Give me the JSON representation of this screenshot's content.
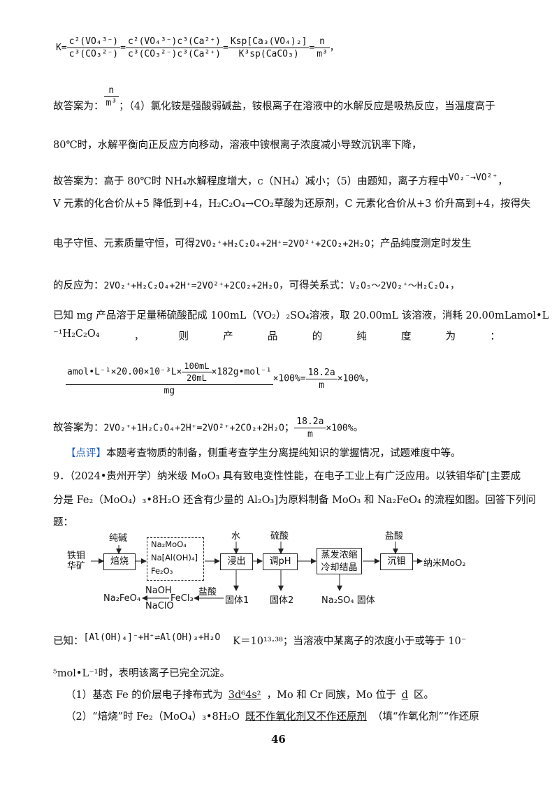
{
  "eq_k": {
    "k_prefix": "K=",
    "f1_num": "c²(VO₄³⁻)",
    "f1_den": "c³(CO₃²⁻)",
    "eq1": "=",
    "f2_num": "c²(VO₄³⁻)c³(Ca²⁺)",
    "f2_den": "c³(CO₃²⁻)c³(Ca²⁺)",
    "eq2": "=",
    "f3_num": "Ksp[Ca₃(VO₄)₂]",
    "f3_den": "K³sp(CaCO₃)",
    "eq3": "=",
    "f4_num": "n",
    "f4_den": "m³",
    "comma": "，"
  },
  "ans4": {
    "label": "故答案为：",
    "frac_num": "n",
    "frac_den": "m³",
    "sep": "；",
    "text": "（4）氯化铵是强酸弱碱盐，铵根离子在溶液中的水解反应是吸热反应，当温度高于"
  },
  "line_80": "80℃时，水解平衡向正反应方向移动，溶液中铵根离子浓度减小导致沉钒率下降，",
  "ans5": {
    "text": "故答案为：高于 80℃时 NH₄水解程度增大，c（NH₄）减小；（5）由题知，离子方程中",
    "formula": "VO₂⁻→VO²⁺",
    "end": "，"
  },
  "line_v": "V 元素的化合价从+5 降低到+4，H₂C₂O₄→CO₂草酸为还原剂，C 元素化合价从+3 价升高到+4，按得失",
  "line_e": {
    "pre": "电子守恒、元素质量守恒，可得",
    "formula": "2VO₂⁺+H₂C₂O₄+2H⁺=2VO²⁺+2CO₂+2H₂O",
    "post": "；产品纯度测定时发生"
  },
  "line_r": {
    "pre": "的反应为：",
    "formula": "2VO₂⁺+H₂C₂O₄+2H⁺=2VO²⁺+2CO₂+2H₂O",
    "mid": "，可得关系式：",
    "rel": "V₂O₅～2VO₂⁺～H₂C₂O₄",
    "end": "，"
  },
  "line_m": "已知 mg 产品溶于足量稀硫酸配成 100mL（VO₂）₂SO₄溶液，取 20.00mL 该溶液，消耗 20.00mLamol•L",
  "line_s": [
    "⁻¹H₂C₂O₄",
    "，",
    "则",
    "产",
    "品",
    "的",
    "纯",
    "度",
    "为",
    "："
  ],
  "purity": {
    "num": "amol•L⁻¹×20.00×10⁻³L×",
    "vnum": "100mL",
    "vden": "20mL",
    "num_tail": "×182g•mol⁻¹",
    "den": "mg",
    "mid": "×100%=",
    "f_num": "18.2a",
    "f_den": "m",
    "tail": "×100%",
    "comma": "，"
  },
  "ans_final": {
    "label": "故答案为：",
    "formula": "2VO₂⁺+1H₂C₂O₄+2H⁺=2VO²⁺+2CO₂+2H₂O",
    "sep": "；",
    "f_num": "18.2a",
    "f_den": "m",
    "tail": "×100%",
    "end": "。"
  },
  "comment": {
    "tag": "【点评】",
    "text": "本题考查物质的制备，侧重考查学生分离提纯知识的掌握情况，试题难度中等。"
  },
  "q9": {
    "line1": "9．（2024•贵州开学）纳米级 MoO₃ 具有致电变性性能，在电子工业上有广泛应用。以铁钼华矿[主要成",
    "line2": "分是 Fe₂（MoO₄）₃•8H₂O 还含有少量的 Al₂O₃]为原料制备 MoO₃ 和 Na₂FeO₄ 的流程如图。回答下列问",
    "line3": "题："
  },
  "flow": {
    "raw_material_1": "铁钼",
    "raw_material_2": "华矿",
    "reagent_soda": "纯碱",
    "step_roast": "焙烧",
    "mix_1": "Na₂MoO₄",
    "mix_2": "Na[Al(OH)₄]",
    "mix_3": "Fe₂O₃",
    "reagent_water": "水",
    "step_leach": "浸出",
    "reagent_h2so4": "硫酸",
    "step_ph": "调pH",
    "step_evap_1": "蒸发浓缩",
    "step_evap_2": "冷却结晶",
    "reagent_hcl": "盐酸",
    "step_precip": "沉钼",
    "product_mo": "纳米MoO₂",
    "solid1": "固体1",
    "solid2": "固体2",
    "solid_na2so4": "Na₂SO₄ 固体",
    "hcl_low": "盐酸",
    "fecl3": "FeCl₃",
    "naoh": "NaOH",
    "naclo": "NaClO",
    "na2feo4": "Na₂FeO₄"
  },
  "known": {
    "pre": "已知：",
    "formula": "[Al(OH)₄]⁻+H⁺⇌Al(OH)₃+H₂O",
    "k": "K＝10¹³·³⁸；当溶液中某离子的浓度小于或等于 10⁻",
    "line2": "⁵mol•L⁻¹时，表明该离子已完全沉淀。"
  },
  "sub1": {
    "pre": "（1）基态 Fe 的价层电子排布式为",
    "ans1": "3d⁶4s²",
    "mid": "，Mo 和 Cr 同族，Mo 位于",
    "ans2": "d",
    "end": "区。"
  },
  "sub2": {
    "pre": "（2）“焙烧”时 Fe₂（MoO₄）₃•8H₂O",
    "ans": "既不作氧化剂又不作还原剂",
    "end": "（填“作氧化剂”“作还原"
  },
  "page_number": "46"
}
